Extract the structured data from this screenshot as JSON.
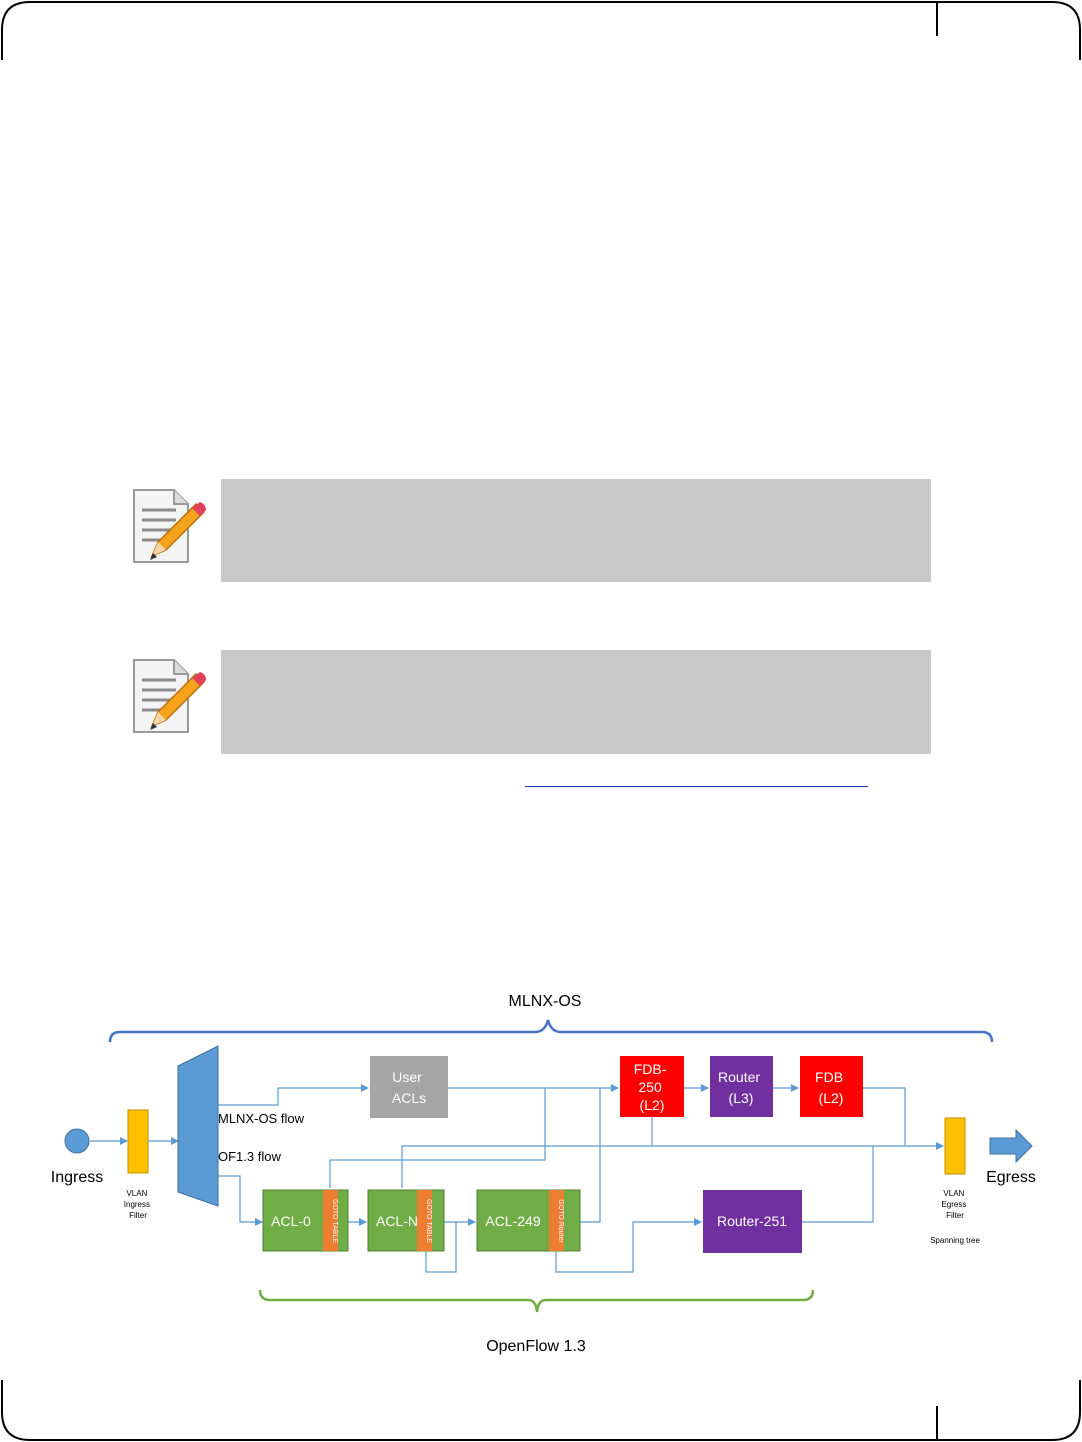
{
  "page": {
    "notes": [
      {
        "icon": "note-pencil-icon"
      },
      {
        "icon": "note-pencil-icon"
      }
    ]
  },
  "diagram": {
    "brace_top_label": "MLNX-OS",
    "brace_bottom_label": "OpenFlow 1.3",
    "ingress_label": "Ingress",
    "egress_label": "Egress",
    "ingress_filter_label": [
      "VLAN",
      "Ingress",
      "Filter"
    ],
    "egress_filter_label": [
      "VLAN",
      "Egress",
      "Filter"
    ],
    "spanning_tree_label": "Spanning tree",
    "mlnx_flow_label": "MLNX-OS flow",
    "of_flow_label": "OF1.3 flow",
    "user_acls": [
      "User",
      "ACLs"
    ],
    "fdb250": [
      "FDB-",
      "250",
      "(L2)"
    ],
    "router_l3": [
      "Router",
      "(L3)"
    ],
    "fdb_l2": [
      "FDB",
      "(L2)"
    ],
    "acl0": "ACL-0",
    "acln": "ACL-N",
    "acl249": "ACL-249",
    "goto_table": "GOTO TABLE",
    "goto_router": "GOTO Router",
    "router251": "Router-251",
    "colors": {
      "flow_line": "#5b9bd5",
      "brace_blue": "#4472c4",
      "brace_green": "#70ad47",
      "filter_yellow": "#ffc000",
      "acl_green": "#70ad47",
      "goto_orange": "#ed7d31",
      "fdb_red": "#ff0000",
      "router_purple": "#7030a0",
      "user_gray": "#a5a5a5",
      "mux_blue": "#5b9bd5"
    }
  }
}
